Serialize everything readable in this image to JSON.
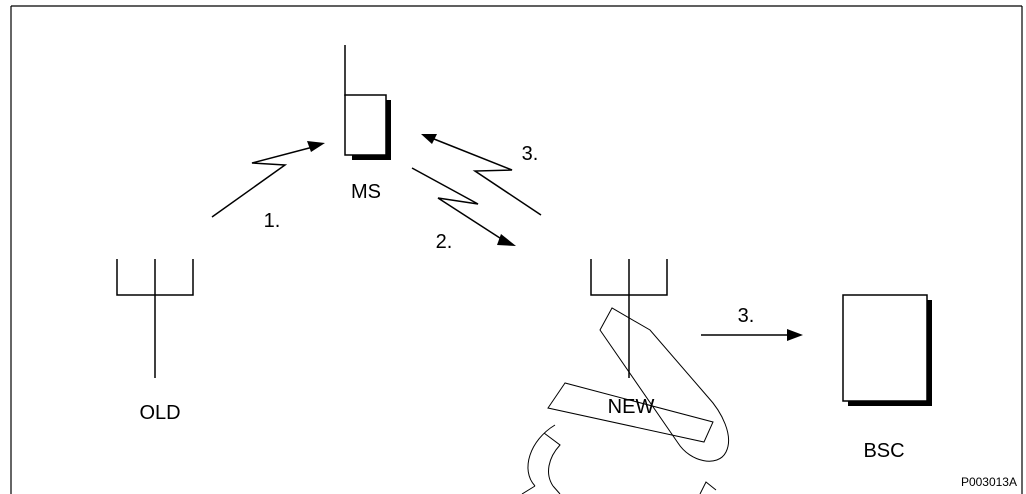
{
  "nodes": {
    "mobile_station": "MS",
    "old_antenna": "OLD",
    "new_antenna": "NEW",
    "bsc": "BSC"
  },
  "steps": {
    "old_to_ms": "1.",
    "ms_to_new": "2.",
    "new_to_ms": "3.",
    "new_to_bsc": "3."
  },
  "figure_id": "P003013A",
  "colors": {
    "line": "#000000",
    "background": "#ffffff"
  }
}
